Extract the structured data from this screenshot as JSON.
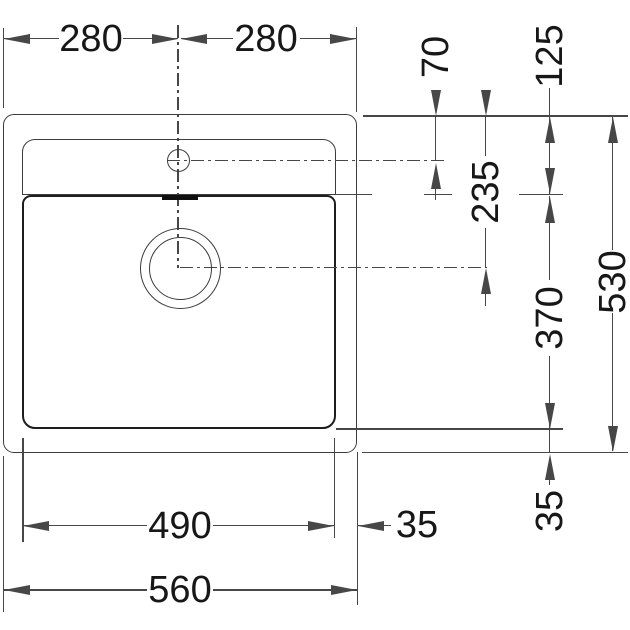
{
  "colors": {
    "line": "#3c3c3c",
    "thin": "#474747",
    "bowl": "#1e1e1e",
    "text": "#171717",
    "bg": "#ffffff"
  },
  "dimensions": {
    "top_left_half": "280",
    "top_right_half": "280",
    "faucet_hole_from_edge": "70",
    "edge_to_bowl": "125",
    "edge_to_drain_center": "235",
    "bowl_front_to_back": "370",
    "overall_front_to_back": "530",
    "bowl_to_back_edge": "35",
    "bowl_width": "490",
    "bowl_to_side_edge": "35",
    "overall_width": "560"
  }
}
